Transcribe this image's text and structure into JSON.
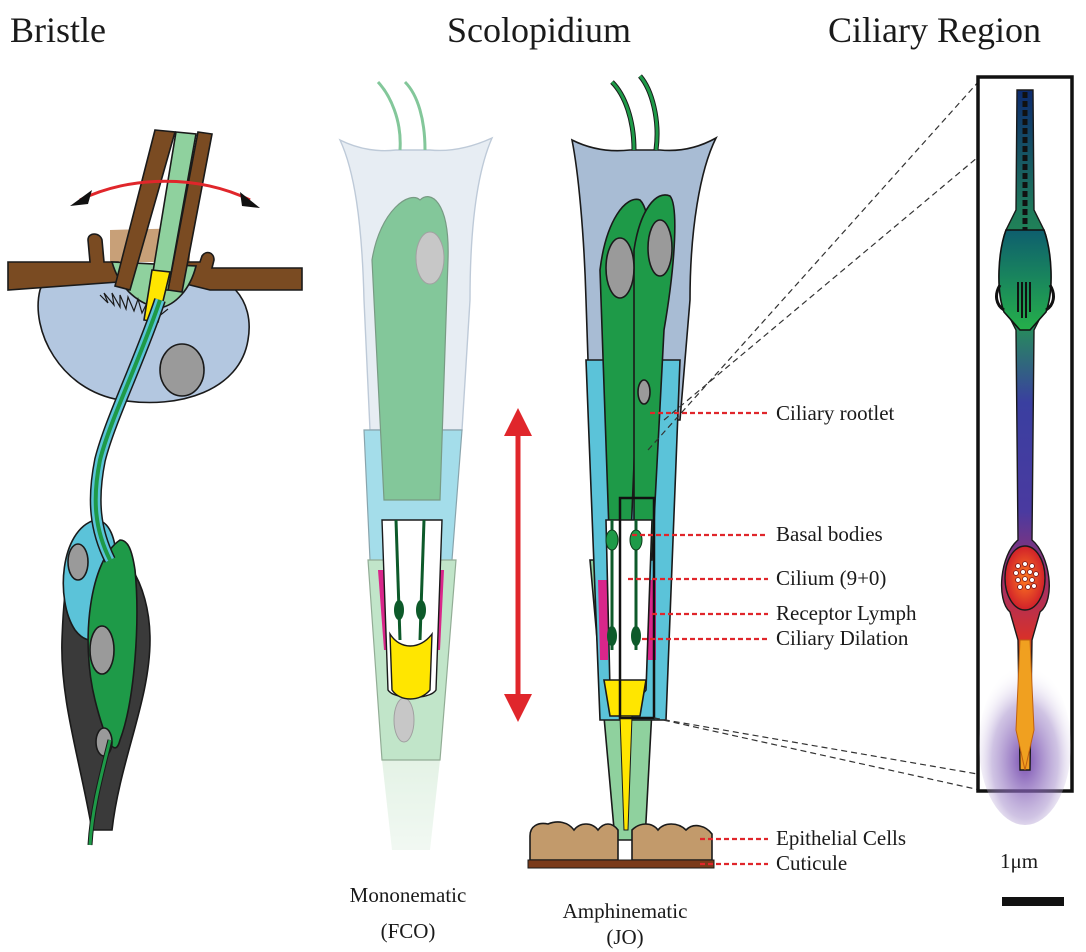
{
  "titles": {
    "bristle": "Bristle",
    "scolopidium": "Scolopidium",
    "ciliary_region": "Ciliary Region"
  },
  "labels": {
    "ciliary_rootlet": "Ciliary rootlet",
    "basal_bodies": "Basal bodies",
    "cilium": "Cilium (9+0)",
    "receptor_lymph": "Receptor Lymph",
    "ciliary_dilation": "Ciliary Dilation",
    "epithelial_cells": "Epithelial Cells",
    "cuticule": "Cuticule"
  },
  "captions": {
    "mononematic_name": "Mononematic",
    "mononematic_abbr": "(FCO)",
    "amphinematic_name": "Amphinematic",
    "amphinematic_abbr": "(JO)"
  },
  "scale_bar": {
    "label": "1μm"
  },
  "colors": {
    "neuron_green": "#1e9a48",
    "neuron_light": "#8fd19e",
    "scolopale_blue": "#5bc3d9",
    "cap_grey_blue": "#a8bcd4",
    "nucleus_grey": "#9a9a9a",
    "bristle_brown": "#7a4b22",
    "socket_blue": "#b3c7e0",
    "lymph_magenta": "#d9268a",
    "dilation_yellow": "#ffe600",
    "leader_red": "#e0262b",
    "arrow_red": "#e0262b",
    "support_dark": "#3a3a3a",
    "epithelium_tan": "#c29a6b",
    "cuticle_brown": "#7a3a1a"
  }
}
